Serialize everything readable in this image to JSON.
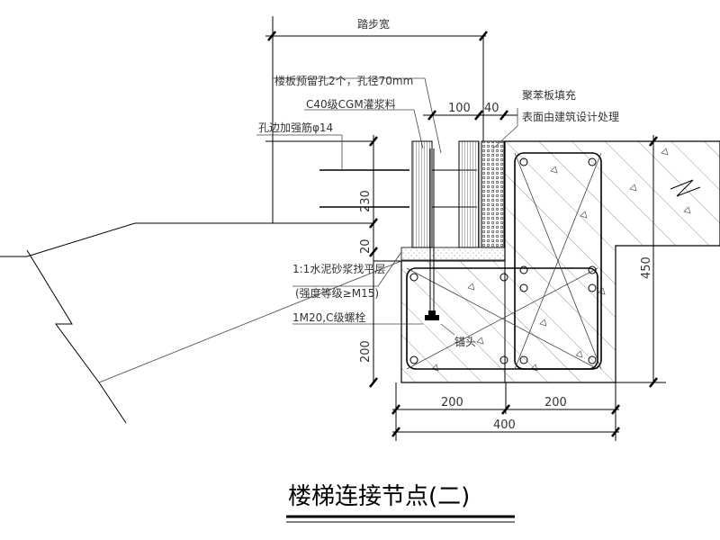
{
  "drawing": {
    "title": "楼梯连接节点(二)",
    "labels": {
      "tread_width": "踏步宽",
      "slab_hole": "楼板预留孔2个，孔径70mm",
      "grout": "C40级CGM灌浆料",
      "hole_rebar": "孔边加强筋φ14",
      "eps_fill": "聚苯板填充",
      "surface_note": "表面由建筑设计处理",
      "mortar_line1": "1:1水泥砂浆找平层",
      "mortar_line2": "(强度等级≥M15)",
      "bolt": "1M20,C级螺栓",
      "anchor": "锚头"
    },
    "dimensions": {
      "gap_100": "100",
      "gap_40": "40",
      "h_230": "230",
      "h_20": "20",
      "h_200": "200",
      "h_450": "450",
      "w_200_left": "200",
      "w_200_right": "200",
      "w_400": "400"
    }
  }
}
